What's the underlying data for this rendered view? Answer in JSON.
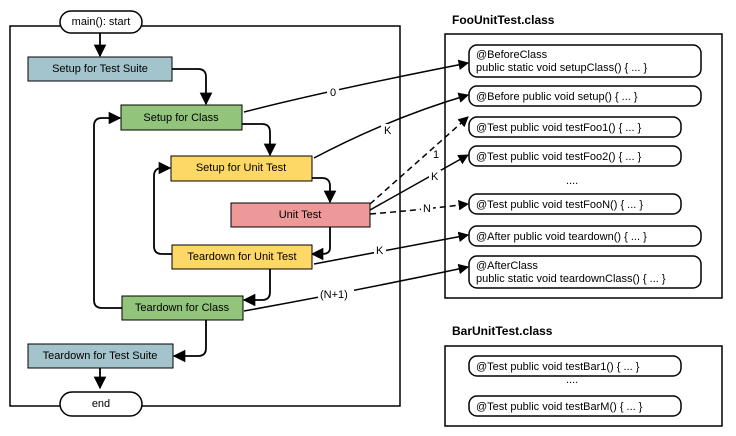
{
  "flow": {
    "start": "main(): start",
    "end": "end",
    "setup_suite": "Setup for Test Suite",
    "setup_class": "Setup for Class",
    "setup_unit": "Setup for Unit Test",
    "unit_test": "Unit Test",
    "teardown_unit": "Teardown for Unit Test",
    "teardown_class": "Teardown for Class",
    "teardown_suite": "Teardown for Test Suite"
  },
  "foo": {
    "title": "FooUnitTest.class",
    "before_class_1": "@BeforeClass",
    "before_class_2": "public static void setupClass() { ... }",
    "before": "@Before public void setup() { ... }",
    "test1": "@Test public void testFoo1() { ... }",
    "test2": "@Test public void testFoo2() { ... }",
    "ellipsis": "....",
    "testn": "@Test public void testFooN() { ... }",
    "after": "@After public void teardown() { ... }",
    "after_class_1": "@AfterClass",
    "after_class_2": "public static void teardownClass() { ... }"
  },
  "bar": {
    "title": "BarUnitTest.class",
    "test1": "@Test public void testBar1() { ... }",
    "ellipsis": "....",
    "testm": "@Test public void testBarM() { ... }"
  },
  "edges": {
    "zero": "0",
    "k_before": "K",
    "one": "1",
    "k_test": "K",
    "n": "N",
    "k_after": "K",
    "n_plus_1": "(N+1)"
  },
  "colors": {
    "suite": "#a3c4cc",
    "class": "#92c47c",
    "unit": "#fdd866",
    "test": "#ee9999",
    "stroke": "#000000"
  }
}
